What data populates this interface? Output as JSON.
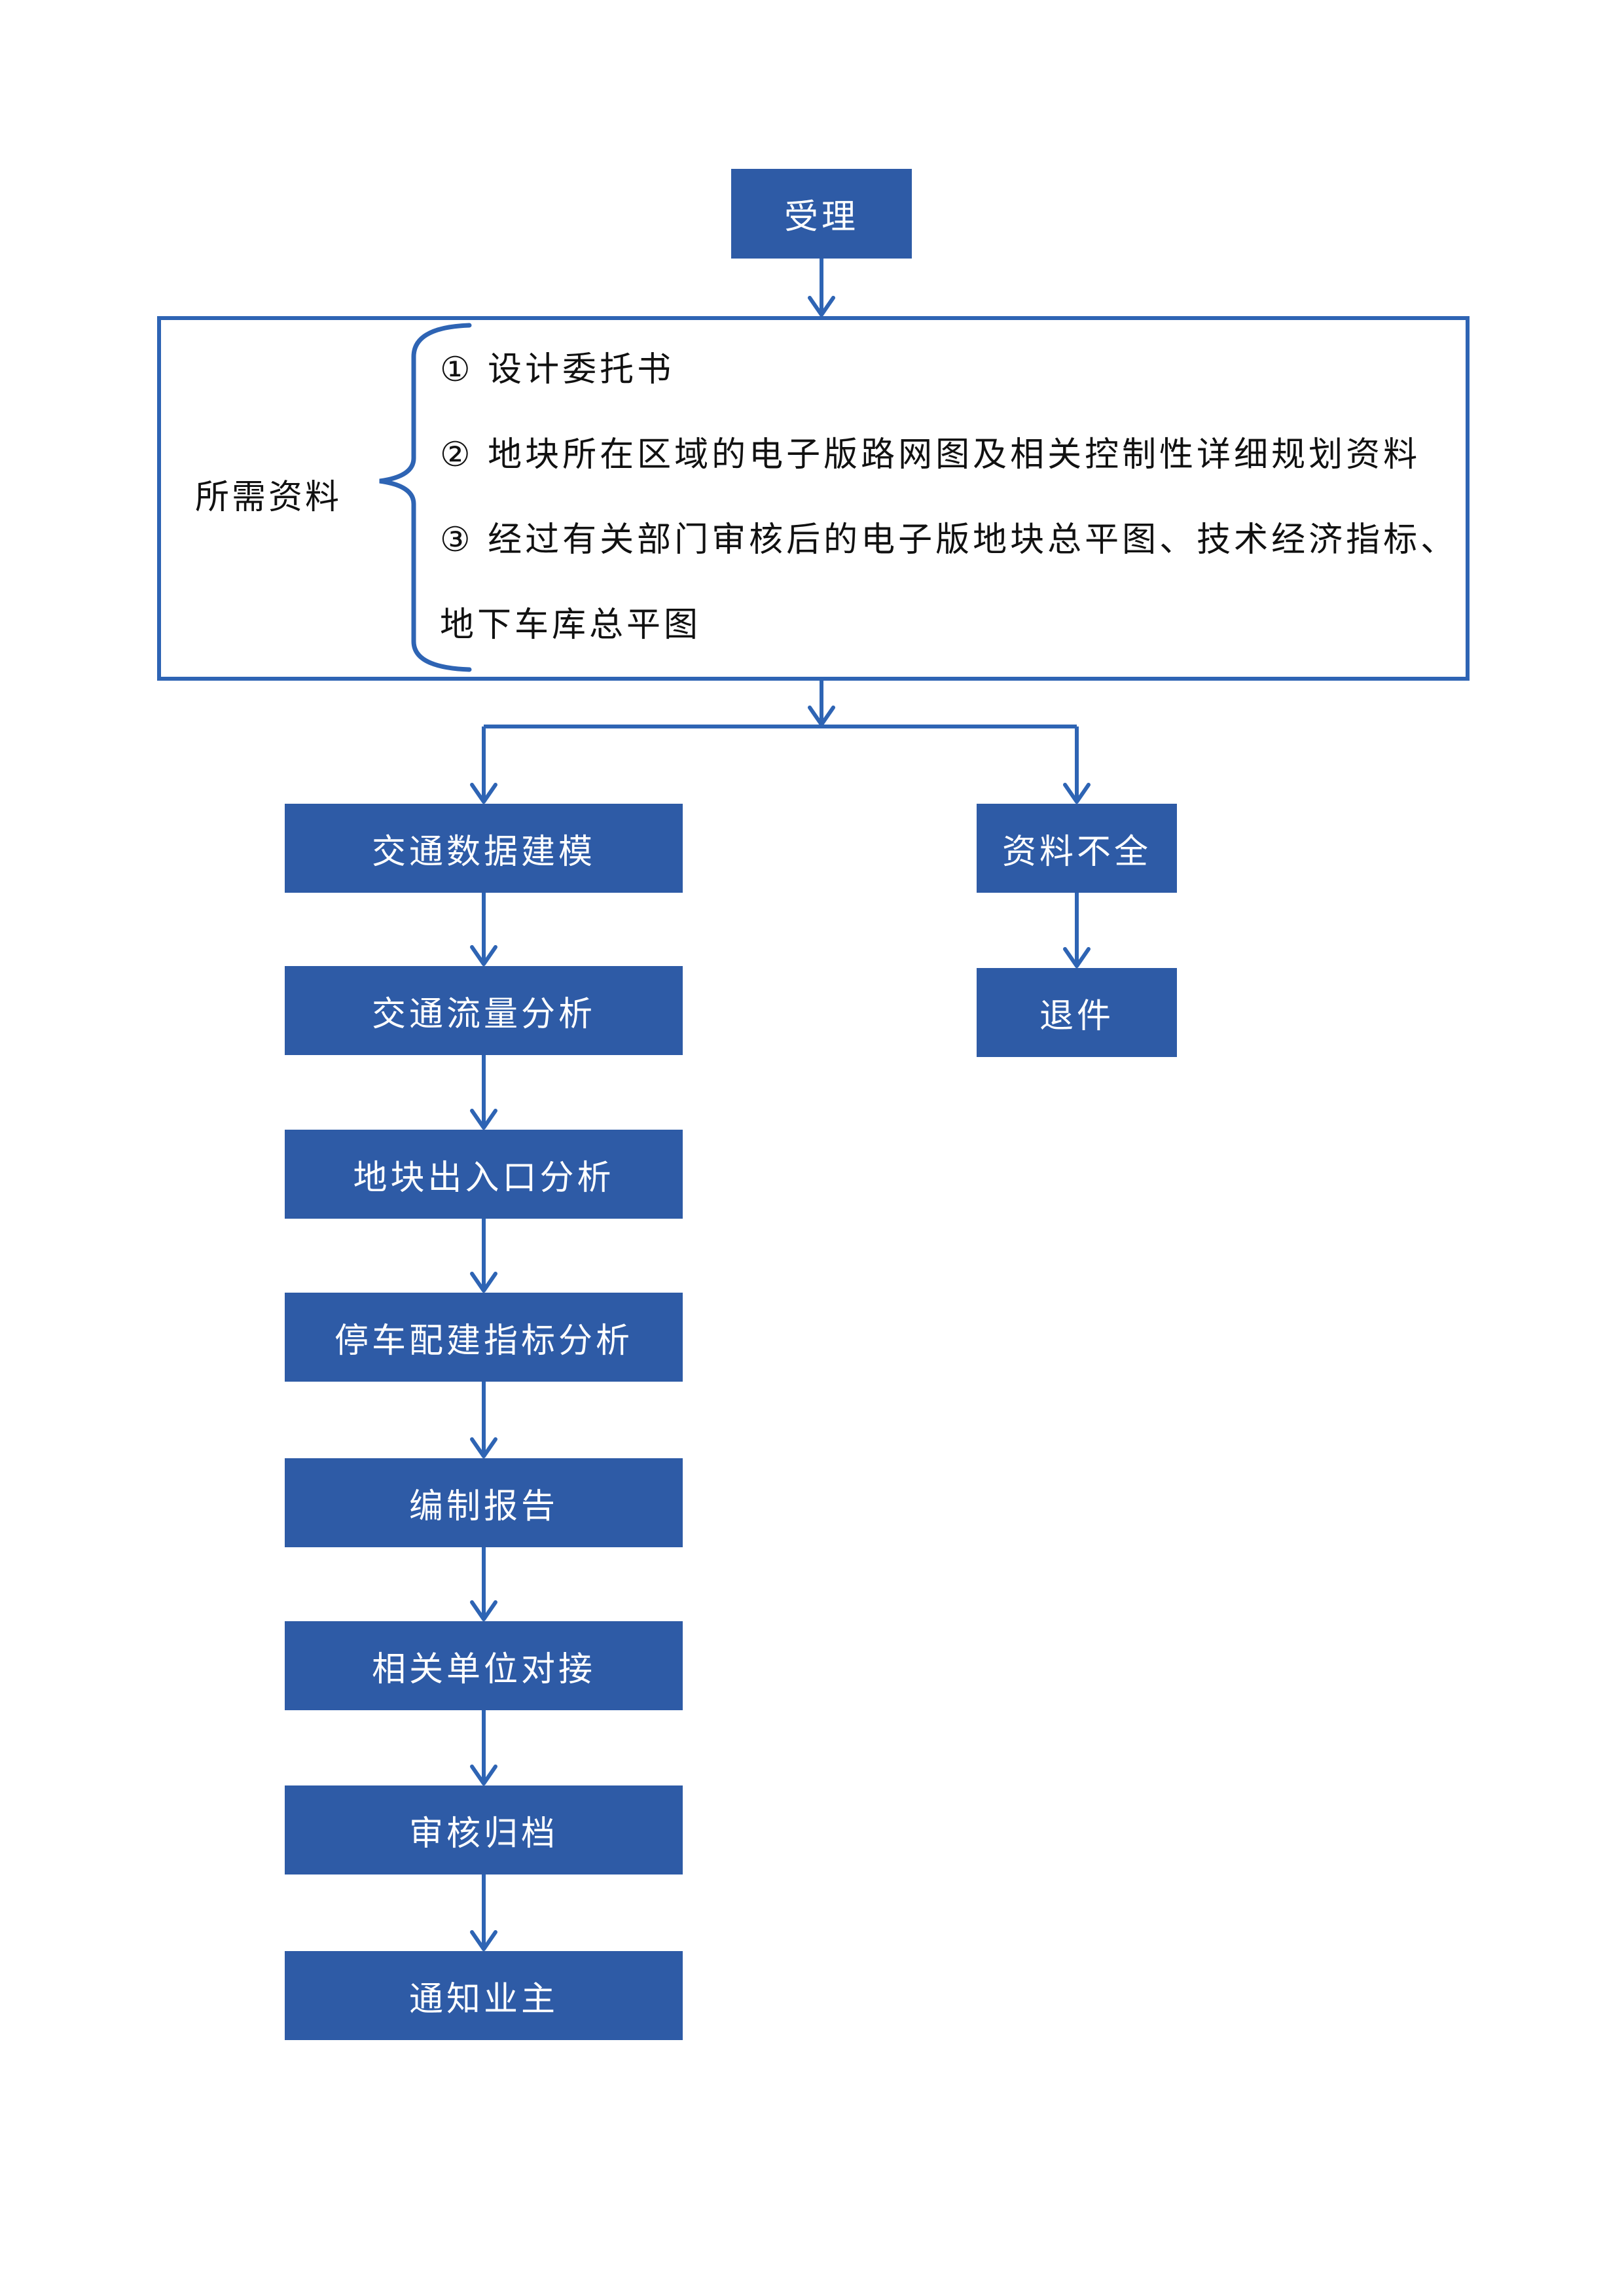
{
  "colors": {
    "box_fill": "#2E5BA6",
    "line": "#2E64B4",
    "text": "#111111",
    "box_text": "#FFFFFF"
  },
  "flow": {
    "start_label": "受理",
    "materials": {
      "label": "所需资料",
      "items": [
        "① 设计委托书",
        "② 地块所在区域的电子版路网图及相关控制性详细规划资料",
        "③ 经过有关部门审核后的电子版地块总平图、技术经济指标、",
        "地下车库总平图"
      ]
    },
    "process_steps": [
      "交通数据建模",
      "交通流量分析",
      "地块出入口分析",
      "停车配建指标分析",
      "编制报告",
      "相关单位对接",
      "审核归档",
      "通知业主"
    ],
    "reject_steps": [
      "资料不全",
      "退件"
    ]
  }
}
